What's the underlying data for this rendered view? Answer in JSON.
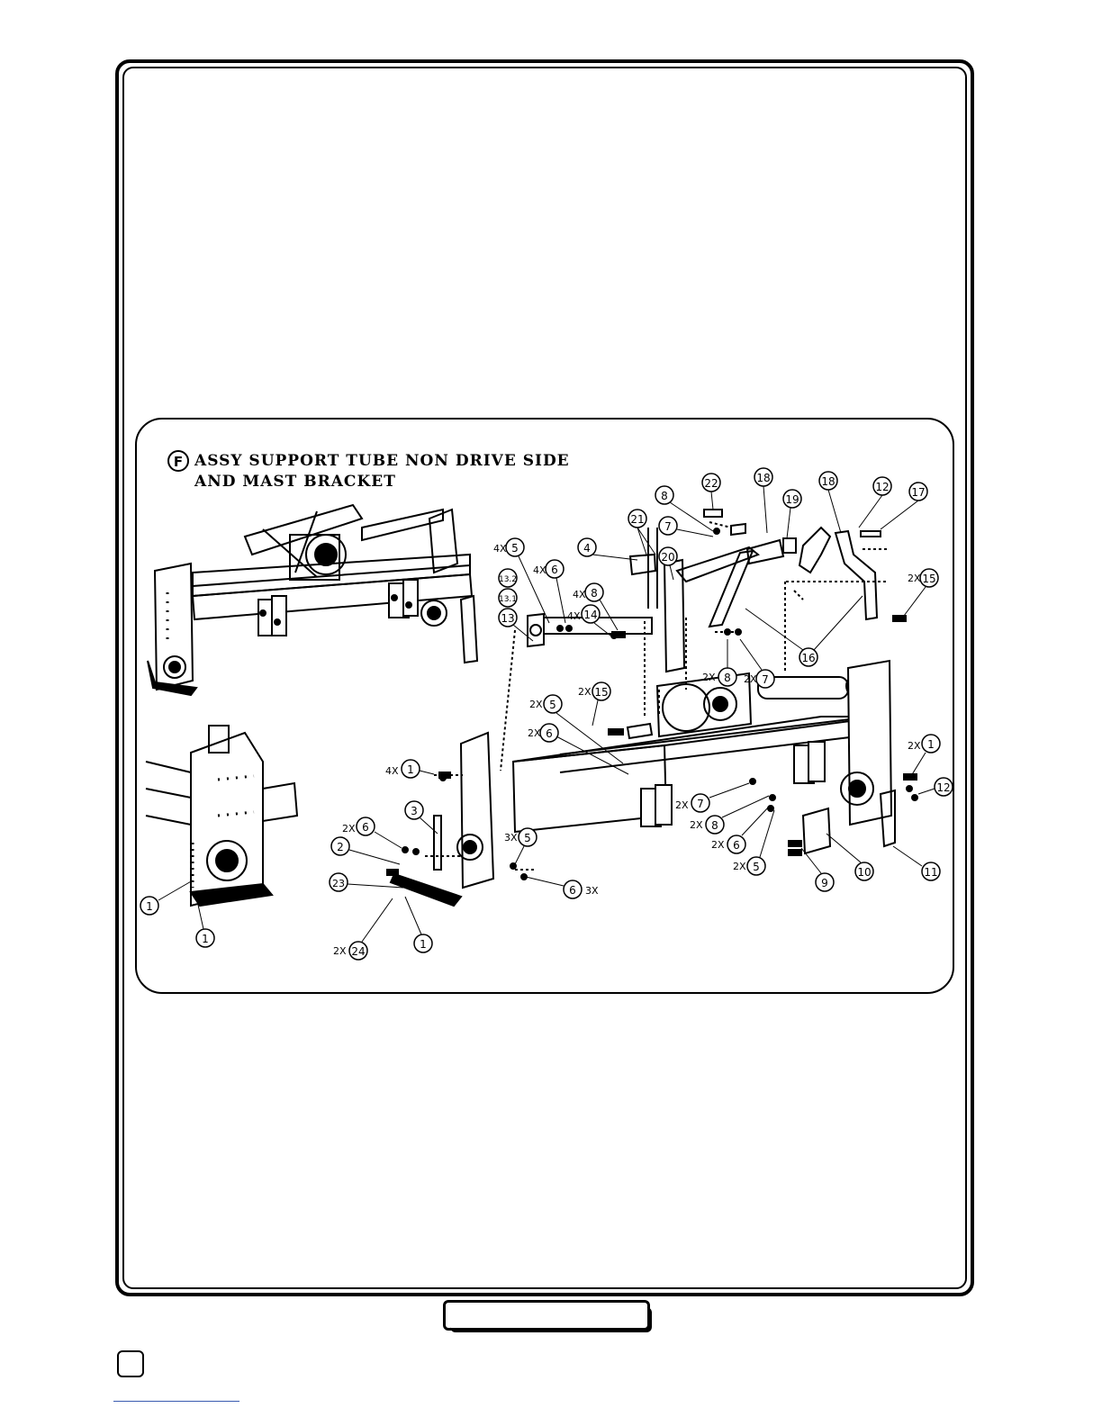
{
  "figure": {
    "badge_letter": "F",
    "title_line_1": "ASSY SUPPORT TUBE NON DRIVE SIDE",
    "title_line_2": "AND MAST BRACKET"
  },
  "callouts": [
    {
      "label": "22"
    },
    {
      "label": "18"
    },
    {
      "label": "18"
    },
    {
      "label": "12"
    },
    {
      "label": "17"
    },
    {
      "label": "8"
    },
    {
      "label": "19"
    },
    {
      "label": "7"
    },
    {
      "label": "21"
    },
    {
      "label": "4X",
      "num": "5"
    },
    {
      "label": "4X",
      "num": "6"
    },
    {
      "label": "4"
    },
    {
      "label": "20"
    },
    {
      "label": "2X",
      "num": "15"
    },
    {
      "label": "13.2"
    },
    {
      "label": "13.1"
    },
    {
      "label": "13"
    },
    {
      "label": "4X",
      "num": "8"
    },
    {
      "label": "4X",
      "num": "14"
    },
    {
      "label": "16"
    },
    {
      "label": "2X",
      "num": "8"
    },
    {
      "label": "2X",
      "num": "7"
    },
    {
      "label": "2X",
      "num": "15"
    },
    {
      "label": "2X",
      "num": "5"
    },
    {
      "label": "2X",
      "num": "6"
    },
    {
      "label": "2X",
      "num": "1"
    },
    {
      "label": "4X",
      "num": "1"
    },
    {
      "label": "3"
    },
    {
      "label": "2X",
      "num": "6"
    },
    {
      "label": "2"
    },
    {
      "label": "3X",
      "num": "5"
    },
    {
      "label": "23"
    },
    {
      "label": "6",
      "suffix": "3X"
    },
    {
      "label": "2X",
      "num": "7"
    },
    {
      "label": "2X",
      "num": "8"
    },
    {
      "label": "2X",
      "num": "6"
    },
    {
      "label": "2X",
      "num": "5"
    },
    {
      "label": "12"
    },
    {
      "label": "10"
    },
    {
      "label": "11"
    },
    {
      "label": "9"
    },
    {
      "label": "1"
    },
    {
      "label": "1"
    },
    {
      "label": "2X",
      "num": "24"
    },
    {
      "label": "1"
    }
  ],
  "colors": {
    "ink": "#000000",
    "paper": "#ffffff",
    "footer_rule": "#3a5bb0"
  }
}
